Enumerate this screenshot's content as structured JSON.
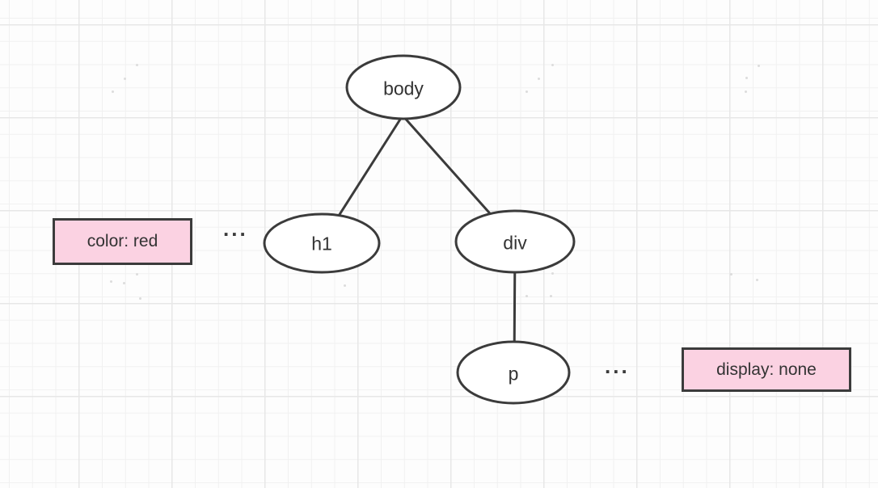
{
  "diagram": {
    "type": "tree",
    "description": "DOM tree with CSS rules attached",
    "nodes": [
      {
        "id": "body",
        "label": "body"
      },
      {
        "id": "h1",
        "label": "h1"
      },
      {
        "id": "div",
        "label": "div"
      },
      {
        "id": "p",
        "label": "p"
      }
    ],
    "edges": [
      {
        "from": "body",
        "to": "h1"
      },
      {
        "from": "body",
        "to": "div"
      },
      {
        "from": "div",
        "to": "p"
      }
    ],
    "annotations": [
      {
        "label": "color: red",
        "connector": "...",
        "attached_to": "h1",
        "side": "left"
      },
      {
        "label": "display: none",
        "connector": "...",
        "attached_to": "p",
        "side": "right"
      }
    ],
    "colors": {
      "annotation_fill": "#fbd2e2",
      "annotation_border": "#3b3b3b",
      "node_fill": "#ffffff",
      "node_stroke": "#3b3b3b",
      "text": "#333333",
      "grid_minor": "#f1f1f1",
      "grid_major": "#e7e7e7",
      "background": "#fdfdfd"
    }
  }
}
